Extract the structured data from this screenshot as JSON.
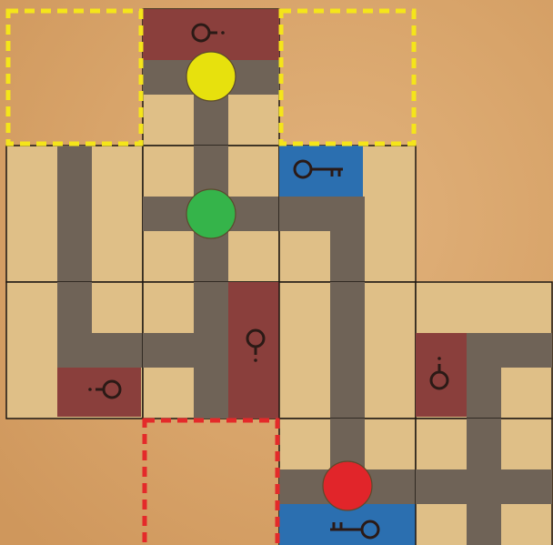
{
  "colors": {
    "background": "#d8a46a",
    "tile_fill": "#dfbf87",
    "path": "#6f6357",
    "grid_line": "#1d1712",
    "red_lock": "#8a3f3c",
    "blue_lock": "#2b6fb0",
    "icon_dark": "#2b1a16",
    "yellow_dash": "#f5e51a",
    "red_dash": "#e42a2a",
    "yellow_token": "#e7e10d",
    "green_token": "#35b44a",
    "red_token": "#e1252a"
  },
  "board": {
    "columns": 5,
    "rows": 5,
    "visible_columns": 4.15,
    "visible_rows": 4.07
  },
  "tiles": [
    {
      "col": 1,
      "row": 0,
      "name": "tile-top-center",
      "paths": [
        "left",
        "right",
        "bottom"
      ],
      "lock": {
        "color": "red",
        "icon": "key-hole-icon"
      }
    },
    {
      "col": 0,
      "row": 1,
      "name": "tile-left-upper",
      "paths": [
        "top",
        "bottom"
      ]
    },
    {
      "col": 1,
      "row": 1,
      "name": "tile-center-cross",
      "paths": [
        "top",
        "bottom",
        "left",
        "right"
      ]
    },
    {
      "col": 2,
      "row": 1,
      "name": "tile-blue-key-top",
      "paths": [
        "left",
        "bottom"
      ],
      "lock": {
        "color": "blue",
        "icon": "key-icon"
      }
    },
    {
      "col": 0,
      "row": 2,
      "name": "tile-left-lower",
      "paths": [
        "top",
        "right"
      ],
      "lock": {
        "color": "red",
        "icon": "key-hole-icon"
      }
    },
    {
      "col": 1,
      "row": 2,
      "name": "tile-center-lower",
      "paths": [
        "top",
        "bottom",
        "left"
      ],
      "lock": {
        "color": "red",
        "icon": "key-hole-icon"
      }
    },
    {
      "col": 2,
      "row": 2,
      "name": "tile-right-vertical",
      "paths": [
        "top",
        "bottom"
      ]
    },
    {
      "col": 3,
      "row": 2,
      "name": "tile-far-right",
      "paths": [
        "right",
        "bottom"
      ],
      "lock": {
        "color": "red",
        "icon": "key-hole-icon"
      }
    },
    {
      "col": 2,
      "row": 3,
      "name": "tile-bottom-red-token",
      "paths": [
        "top",
        "left",
        "right"
      ],
      "lock": {
        "color": "blue",
        "icon": "key-icon"
      }
    },
    {
      "col": 3,
      "row": 3,
      "name": "tile-bottom-right-cross",
      "paths": [
        "top",
        "bottom",
        "left",
        "right"
      ]
    }
  ],
  "targets": [
    {
      "col": 0,
      "row": 0,
      "color": "yellow",
      "name": "yellow-target-left"
    },
    {
      "col": 2,
      "row": 0,
      "color": "yellow",
      "name": "yellow-target-right"
    },
    {
      "col": 1,
      "row": 3,
      "color": "red",
      "name": "red-target"
    }
  ],
  "tokens": [
    {
      "color": "yellow",
      "col": 1,
      "row": 0,
      "pos": "bottom"
    },
    {
      "color": "green",
      "col": 1,
      "row": 1,
      "pos": "center"
    },
    {
      "color": "red",
      "col": 2,
      "row": 3,
      "pos": "middle"
    }
  ]
}
